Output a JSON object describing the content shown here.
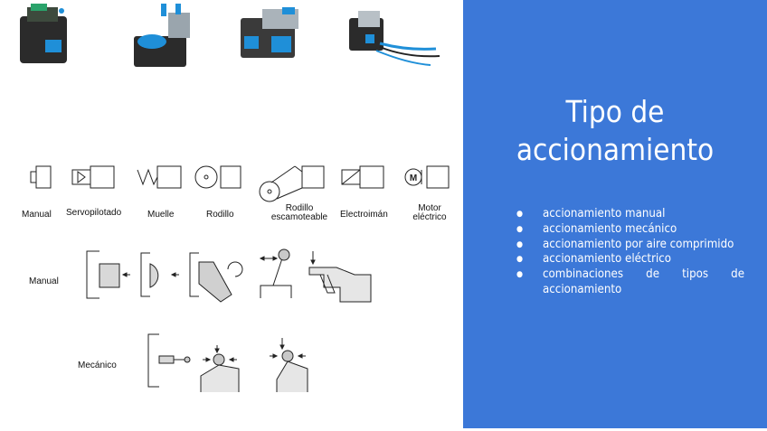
{
  "panel": {
    "title_line1": "Tipo de",
    "title_line2": "accionamiento",
    "bullets": [
      "accionamiento manual",
      "accionamiento mecánico",
      "accionamiento por aire comprimido",
      "accionamiento eléctrico",
      "combinaciones de tipos de accionamiento"
    ]
  },
  "symbols": {
    "labels": [
      "Manual",
      "Servopilotado",
      "Muelle",
      "Rodillo",
      "Rodillo escamoteable",
      "Electroimán",
      "Motor eléctrico"
    ],
    "motor_letter": "M"
  },
  "rows": {
    "manual_label": "Manual",
    "mecanico_label": "Mecánico"
  },
  "colors": {
    "panel_bg": "#3c78d8",
    "valve_accent": "#1f8fd8",
    "valve_body": "#2b2b2b"
  }
}
